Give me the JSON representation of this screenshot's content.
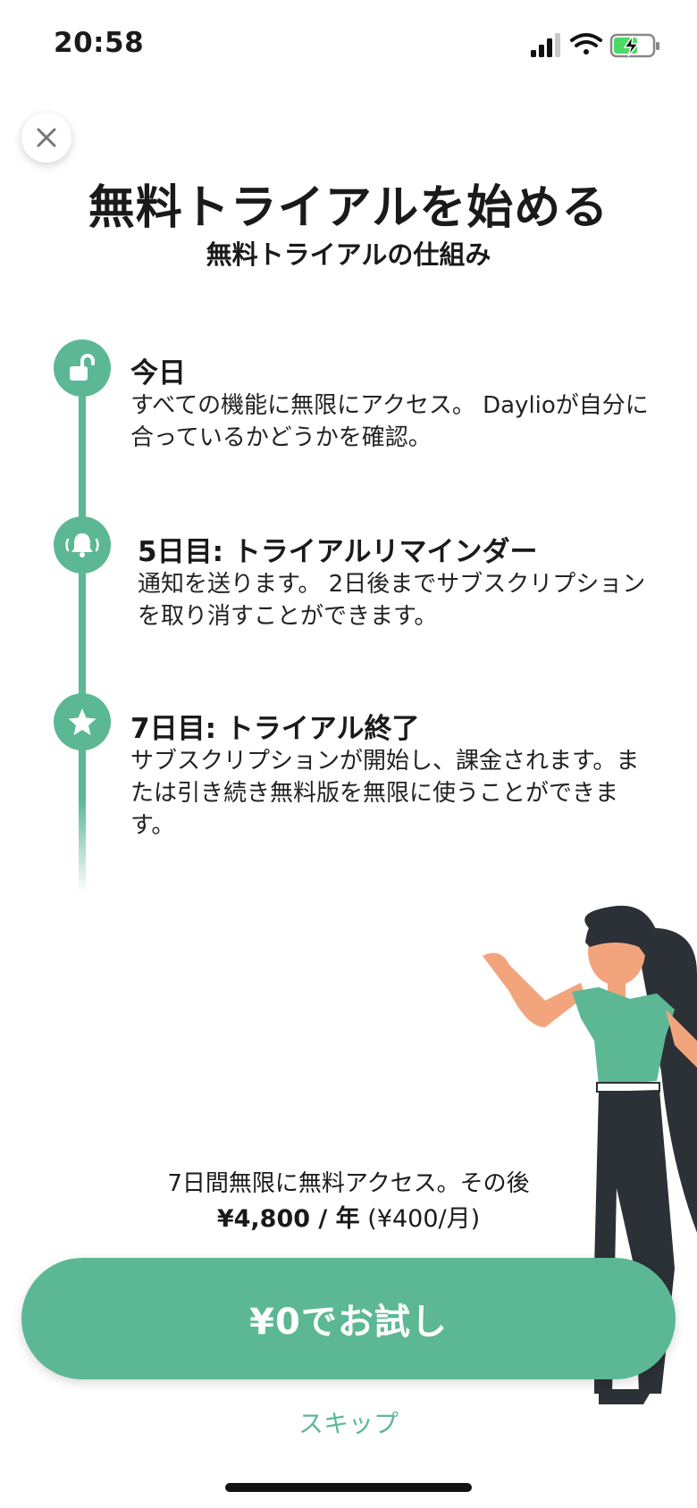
{
  "status_bar": {
    "time": "20:58"
  },
  "header": {
    "title": "無料トライアルを始める",
    "subtitle": "無料トライアルの仕組み"
  },
  "timeline": [
    {
      "title": "今日",
      "desc": "すべての機能に無限にアクセス。 Daylioが自分に合っているかどうかを確認。",
      "icon": "unlock-icon"
    },
    {
      "title": "5日目: トライアルリマインダー",
      "desc": "通知を送ります。 2日後までサブスクリプションを取り消すことができます。",
      "icon": "bell-icon"
    },
    {
      "title": "7日目: トライアル終了",
      "desc": "サブスクリプションが開始し、課金されます。または引き続き無料版を無限に使うことができます。",
      "icon": "star-icon"
    }
  ],
  "pricing": {
    "line1": "7日間無限に無料アクセス。その後",
    "price": "¥4,800 / 年",
    "monthly": "(¥400/月)"
  },
  "cta": {
    "label": "¥0でお試し"
  },
  "skip": {
    "label": "スキップ"
  },
  "colors": {
    "accent": "#5cb894",
    "text": "#1a1a1a"
  }
}
